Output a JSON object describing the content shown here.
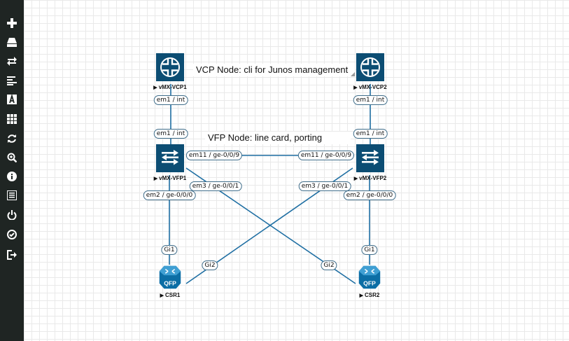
{
  "colors": {
    "sidebar_bg": "#1f2523",
    "node_bg": "#0c4d73",
    "link": "#1f6fa3",
    "label_border": "#3f6d8a"
  },
  "sidebar": {
    "buttons": [
      {
        "icon": "plus-icon"
      },
      {
        "icon": "drive-icon"
      },
      {
        "icon": "swap-arrows-icon"
      },
      {
        "icon": "align-left-icon"
      },
      {
        "icon": "text-a-icon"
      },
      {
        "icon": "grid-icon"
      },
      {
        "icon": "refresh-icon"
      },
      {
        "icon": "zoom-in-icon"
      },
      {
        "icon": "info-icon"
      },
      {
        "icon": "list-icon"
      },
      {
        "icon": "power-icon"
      },
      {
        "icon": "check-circle-icon"
      },
      {
        "icon": "sign-out-icon"
      }
    ]
  },
  "notes": {
    "vcp": "VCP Node: cli for Junos management",
    "vfp": "VFP Node:  line  card, porting"
  },
  "nodes": {
    "vcp1": {
      "label": "vMX-VCP1",
      "icon": "juniper-router-icon"
    },
    "vcp2": {
      "label": "vMX-VCP2",
      "icon": "juniper-router-icon"
    },
    "vfp1": {
      "label": "vMX-VFP1",
      "icon": "switch-icon"
    },
    "vfp2": {
      "label": "vMX-VFP2",
      "icon": "switch-icon"
    },
    "csr1": {
      "label": "CSR1",
      "icon": "qfp-router-icon"
    },
    "csr2": {
      "label": "CSR2",
      "icon": "qfp-router-icon"
    }
  },
  "interfaces": {
    "vcp1_em1": "em1 / int",
    "vfp1_em1": "em1 / int",
    "vcp2_em1": "em1 / int",
    "vfp2_em1": "em1 / int",
    "vfp1_em11": "em11 / ge-0/0/9",
    "vfp2_em11": "em11 / ge-0/0/9",
    "vfp1_em2": "em2 / ge-0/0/0",
    "vfp1_em3": "em3 / ge-0/0/1",
    "vfp2_em3": "em3 / ge-0/0/1",
    "vfp2_em2": "em2 / ge-0/0/0",
    "csr1_gi1": "Gi1",
    "csr1_gi2": "Gi2",
    "csr2_gi2": "Gi2",
    "csr2_gi1": "Gi1"
  },
  "qfp_text": "QFP"
}
